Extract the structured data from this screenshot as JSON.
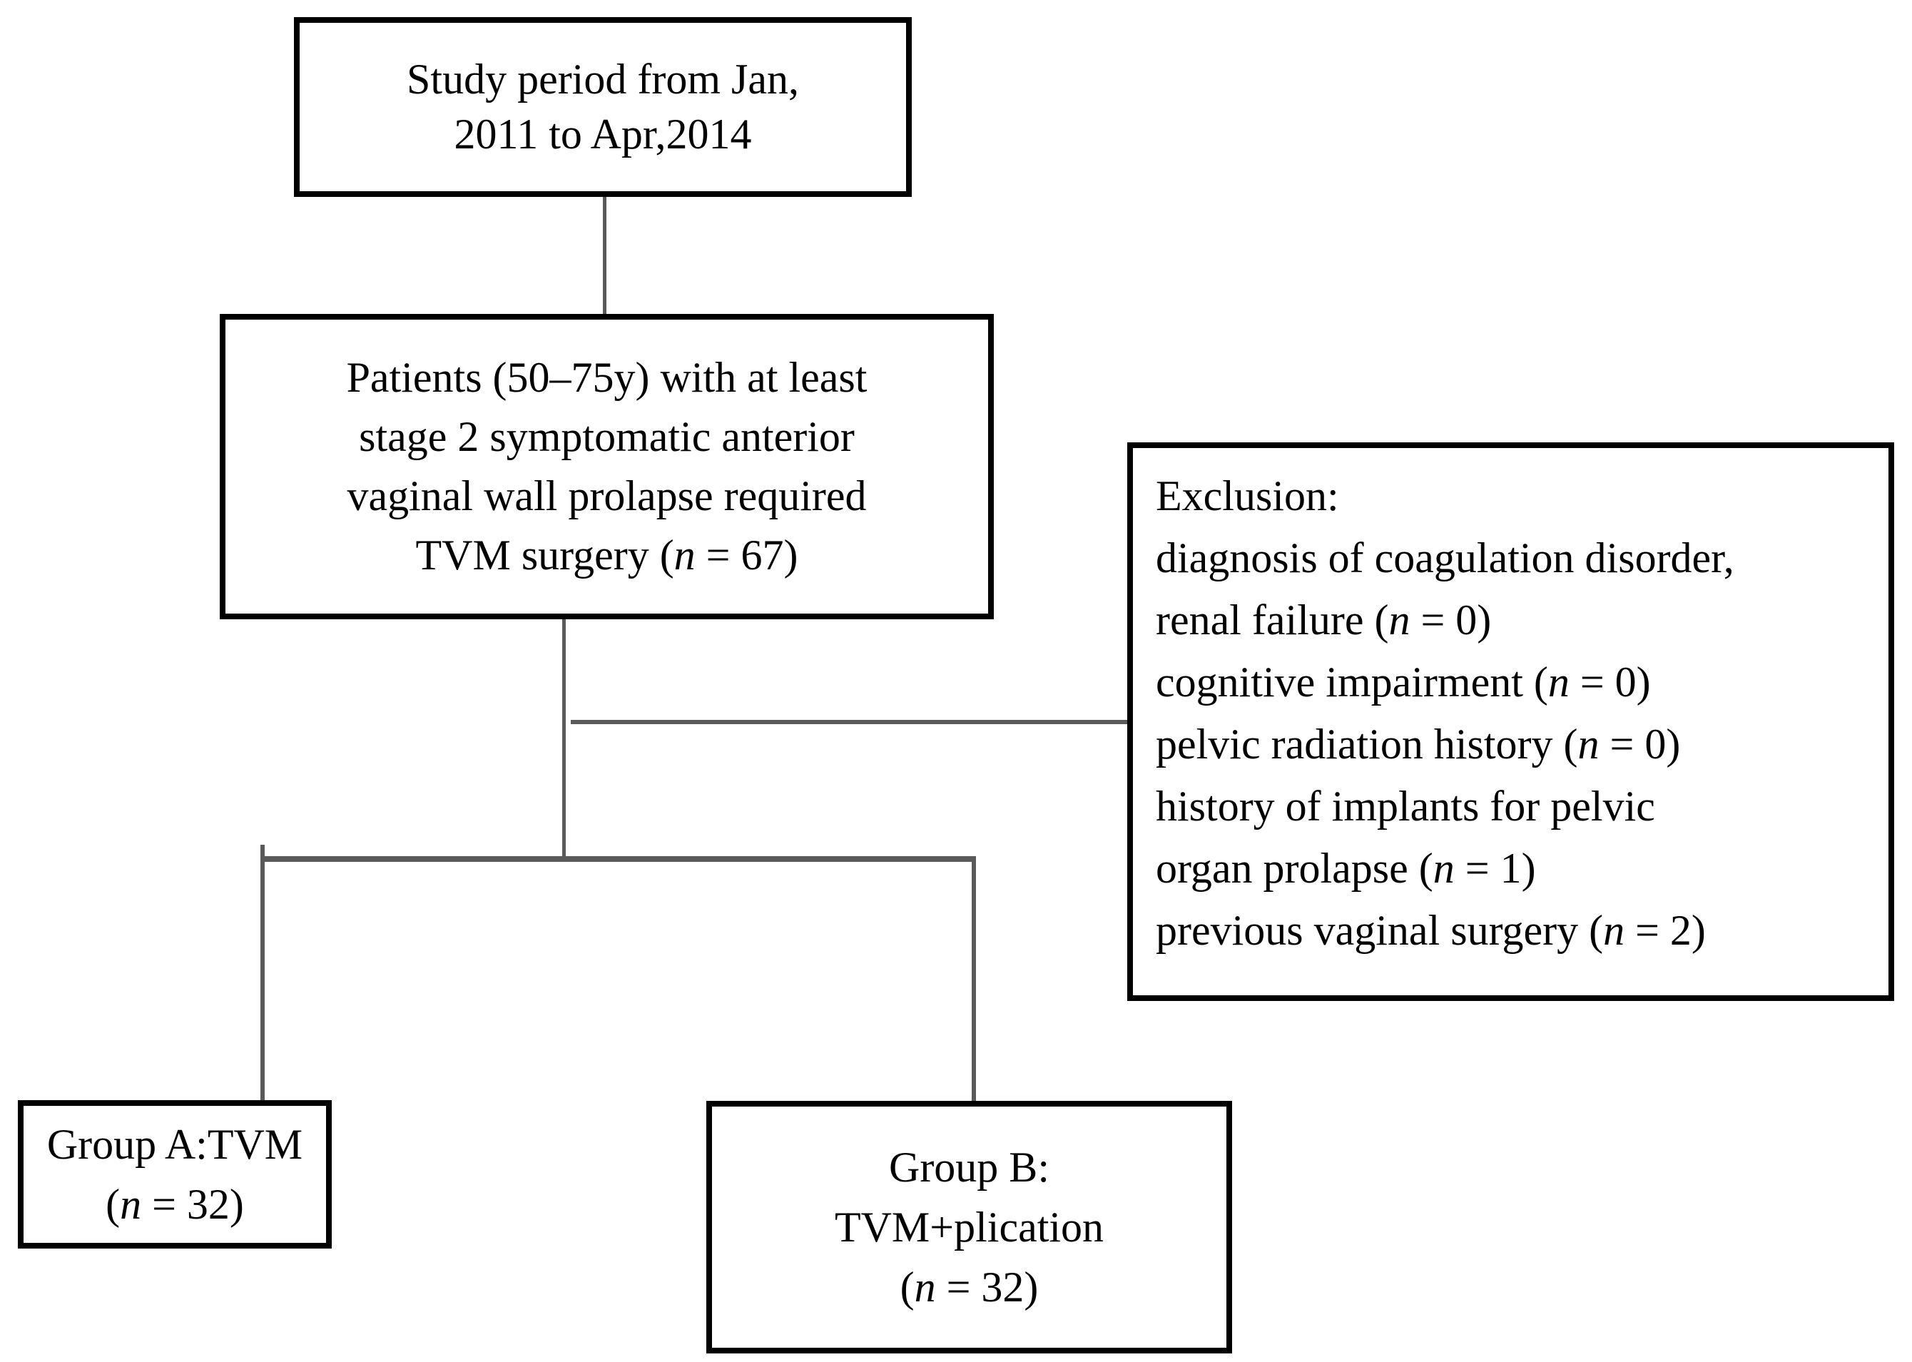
{
  "diagram": {
    "type": "study-flowchart",
    "background_color": "#ffffff",
    "box_border_color": "#000000",
    "connector_color": "#5a5a5a",
    "boxes": {
      "study_period": {
        "lines": [
          [
            {
              "t": "Study period from Jan,"
            }
          ],
          [
            {
              "t": "2011 to Apr,2014"
            }
          ]
        ]
      },
      "patients": {
        "lines": [
          [
            {
              "t": "Patients (50–75y) with at least"
            }
          ],
          [
            {
              "t": "stage 2 symptomatic anterior"
            }
          ],
          [
            {
              "t": "vaginal wall prolapse required"
            }
          ],
          [
            {
              "t": "TVM surgery ("
            },
            {
              "t": "n",
              "i": true
            },
            {
              "t": " = 67)"
            }
          ]
        ]
      },
      "exclusion": {
        "lines": [
          [
            {
              "t": "Exclusion:"
            }
          ],
          [
            {
              "t": "diagnosis of coagulation disorder,"
            }
          ],
          [
            {
              "t": "renal failure ("
            },
            {
              "t": "n",
              "i": true
            },
            {
              "t": " = 0)"
            }
          ],
          [
            {
              "t": "cognitive impairment ("
            },
            {
              "t": "n",
              "i": true
            },
            {
              "t": " = 0)"
            }
          ],
          [
            {
              "t": "pelvic radiation history ("
            },
            {
              "t": "n",
              "i": true
            },
            {
              "t": " = 0)"
            }
          ],
          [
            {
              "t": "history of implants for pelvic"
            }
          ],
          [
            {
              "t": "organ prolapse ("
            },
            {
              "t": "n",
              "i": true
            },
            {
              "t": " = 1)"
            }
          ],
          [
            {
              "t": "previous vaginal surgery ("
            },
            {
              "t": "n",
              "i": true
            },
            {
              "t": " = 2)"
            }
          ]
        ]
      },
      "group_a": {
        "lines": [
          [
            {
              "t": "Group A:TVM"
            }
          ],
          [
            {
              "t": "("
            },
            {
              "t": "n",
              "i": true
            },
            {
              "t": " = 32)"
            }
          ]
        ]
      },
      "group_b": {
        "lines": [
          [
            {
              "t": "Group B:"
            }
          ],
          [
            {
              "t": "TVM+plication"
            }
          ],
          [
            {
              "t": "("
            },
            {
              "t": "n",
              "i": true
            },
            {
              "t": " = 32)"
            }
          ]
        ]
      }
    }
  }
}
